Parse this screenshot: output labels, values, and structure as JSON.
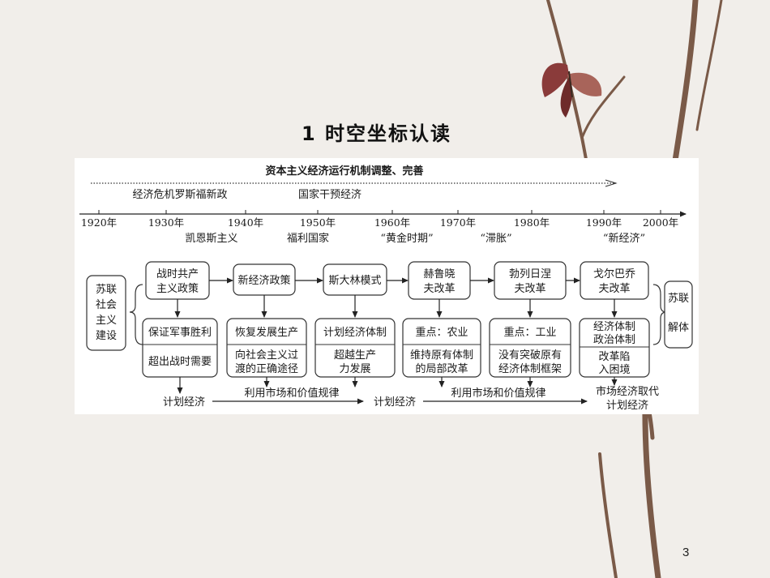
{
  "slide": {
    "title": "1  时空坐标认读",
    "page_number": "3"
  },
  "timeline": {
    "top_band": "资本主义经济运行机制调整、完善",
    "upper_events": [
      "经济危机罗斯福新政",
      "国家干预经济"
    ],
    "years": [
      "1920年",
      "1930年",
      "1940年",
      "1950年",
      "1960年",
      "1970年",
      "1980年",
      "1990年",
      "2000年"
    ],
    "lower_events": [
      "凯恩斯主义",
      "福利国家",
      "“黄金时期”",
      "“滞胀”",
      "“新经济”"
    ]
  },
  "soviet": {
    "left_label": [
      "苏联",
      "社会",
      "主义",
      "建设"
    ],
    "right_label": [
      "苏联",
      "解体"
    ],
    "policies": [
      [
        "战时共产",
        "主义政策"
      ],
      [
        "新经济政策"
      ],
      [
        "斯大林模式"
      ],
      [
        "赫鲁晓",
        "夫改革"
      ],
      [
        "勃列日涅",
        "夫改革"
      ],
      [
        "戈尔巴乔",
        "夫改革"
      ]
    ],
    "content_top": [
      "保证军事胜利",
      "恢复发展生产",
      "计划经济体制",
      "重点：农业",
      "重点：工业",
      [
        "经济体制",
        "政治体制"
      ]
    ],
    "content_bottom": [
      [
        "超出战时需要"
      ],
      [
        "向社会主义过",
        "渡的正确途径"
      ],
      [
        "超越生产",
        "力发展"
      ],
      [
        "维持原有体制",
        "的局部改革"
      ],
      [
        "没有突破原有",
        "经济体制框架"
      ],
      [
        "改革陷",
        "入困境"
      ]
    ],
    "bottom_flow": {
      "stage1": "计划经济",
      "arrow1": "利用市场和价值规律",
      "stage2": "计划经济",
      "arrow2": "利用市场和价值规律",
      "stage3": [
        "市场经济取代",
        "计划经济"
      ]
    }
  }
}
